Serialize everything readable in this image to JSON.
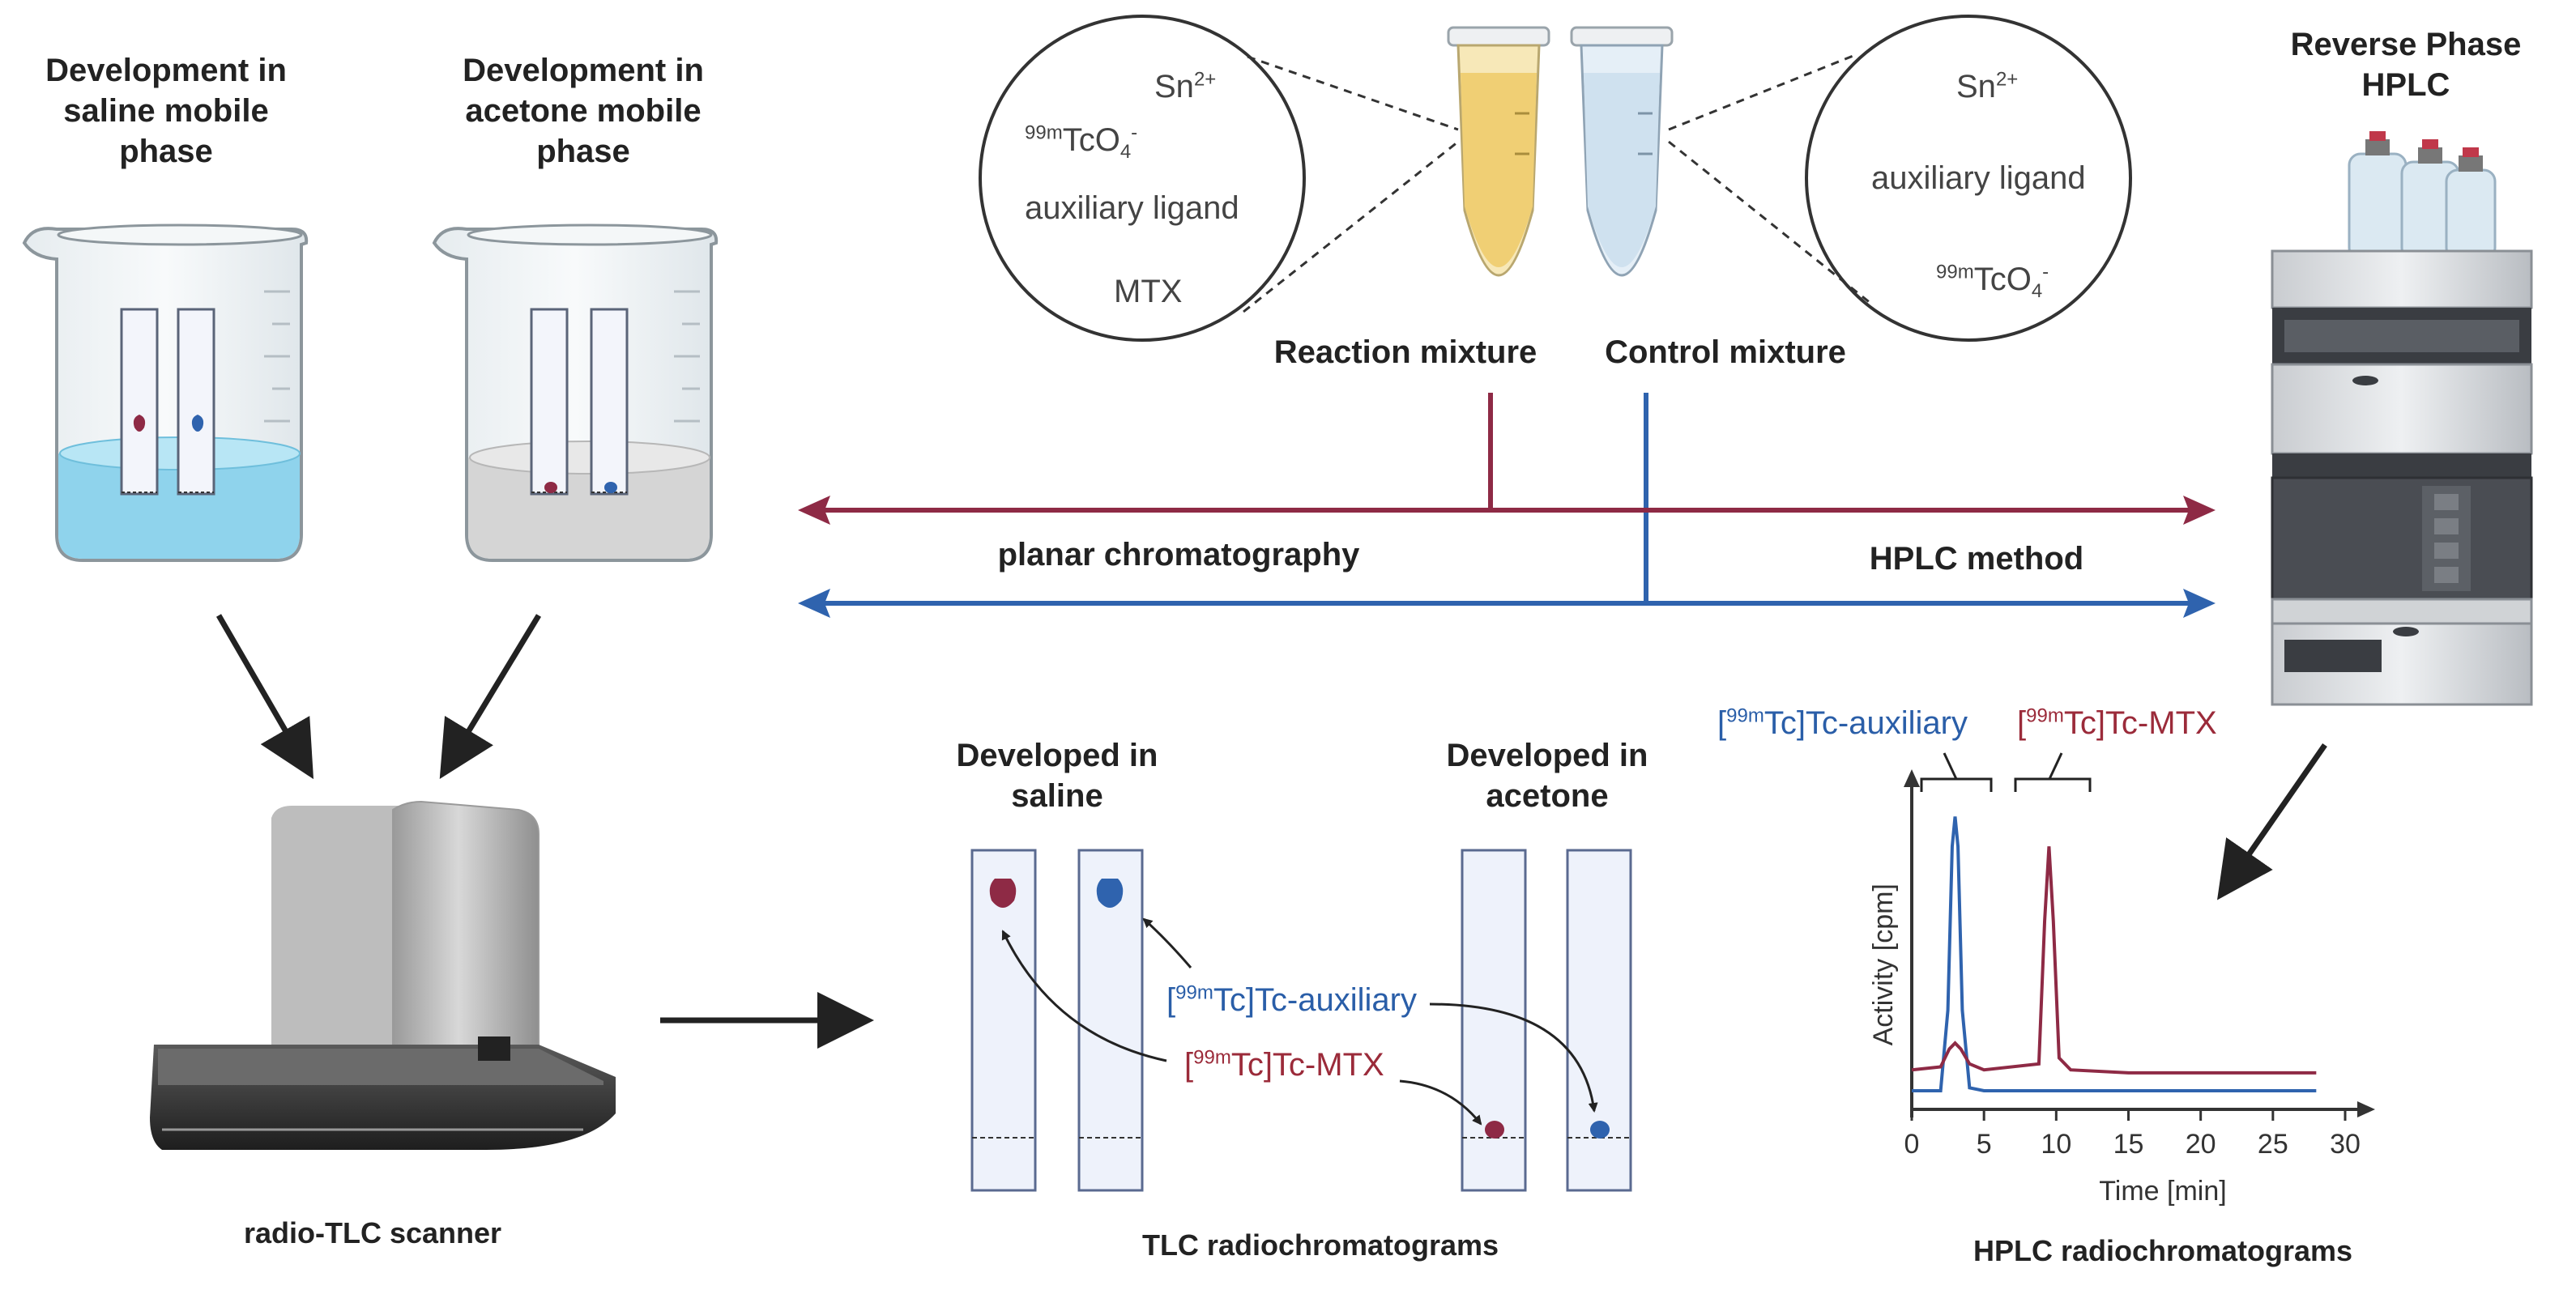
{
  "colors": {
    "red": "#8e2a45",
    "blue": "#2f63ae",
    "saline": "#8fd3ec",
    "acetone": "#d9d9d9",
    "reaction_tube": "#f3d98f",
    "control_tube": "#d3e4f1",
    "strip": "#eef2fb"
  },
  "beakers": {
    "saline_title": [
      "Development in",
      "saline mobile",
      "phase"
    ],
    "acetone_title": [
      "Development in",
      "acetone mobile",
      "phase"
    ]
  },
  "scanner": {
    "caption": "radio-TLC scanner"
  },
  "reaction": {
    "circle_items": {
      "sn": "Sn",
      "sn_sup": "2+",
      "tc_pre": "99m",
      "tc": "TcO",
      "tc_sub": "4",
      "tc_sup": "-",
      "aux": "auxiliary ligand",
      "mtx": "MTX"
    },
    "label": "Reaction mixture"
  },
  "control": {
    "circle_items": {
      "sn": "Sn",
      "sn_sup": "2+",
      "aux": "auxiliary ligand",
      "tc_pre": "99m",
      "tc": "TcO",
      "tc_sub": "4",
      "tc_sup": "-"
    },
    "label": "Control mixture"
  },
  "methods": {
    "planar": "planar chromatography",
    "hplc": "HPLC method"
  },
  "hplc_instrument": {
    "title": [
      "Reverse Phase",
      "HPLC"
    ]
  },
  "tlc": {
    "saline_title": [
      "Developed in",
      "saline"
    ],
    "acetone_title": [
      "Developed in",
      "acetone"
    ],
    "aux_label": {
      "pre": "[",
      "sup": "99m",
      "post": "Tc]Tc-auxiliary"
    },
    "mtx_label": {
      "pre": "[",
      "sup": "99m",
      "post": "Tc]Tc-MTX"
    },
    "caption": "TLC radiochromatograms"
  },
  "hplc_chart": {
    "caption": "HPLC radiochromatograms",
    "aux_label": {
      "pre": "[",
      "sup": "99m",
      "post": "Tc]Tc-auxiliary"
    },
    "mtx_label": {
      "pre": "[",
      "sup": "99m",
      "post": "Tc]Tc-MTX"
    }
  },
  "chart_data": {
    "type": "line",
    "xlabel": "Time [min]",
    "ylabel": "Activity [cpm]",
    "xlim": [
      0,
      30
    ],
    "xticks": [
      0,
      5,
      10,
      15,
      20,
      25,
      30
    ],
    "series": [
      {
        "name": "[99mTc]Tc-auxiliary",
        "color": "#2f63ae",
        "x": [
          0,
          2,
          2.5,
          2.8,
          3.0,
          3.2,
          3.5,
          4.0,
          5,
          10,
          15,
          20,
          25,
          28
        ],
        "y": [
          3,
          3,
          30,
          85,
          95,
          85,
          30,
          4,
          3,
          3,
          3,
          3,
          3,
          3
        ]
      },
      {
        "name": "[99mTc]Tc-MTX",
        "color": "#8e2a45",
        "x": [
          0,
          2,
          2.6,
          3.0,
          3.4,
          4.0,
          5,
          8.8,
          9.2,
          9.5,
          9.8,
          10.2,
          11,
          15,
          20,
          25,
          28
        ],
        "y": [
          10,
          11,
          17,
          19,
          17,
          12,
          10,
          12,
          60,
          85,
          60,
          14,
          10,
          9,
          9,
          9,
          9
        ]
      }
    ]
  }
}
